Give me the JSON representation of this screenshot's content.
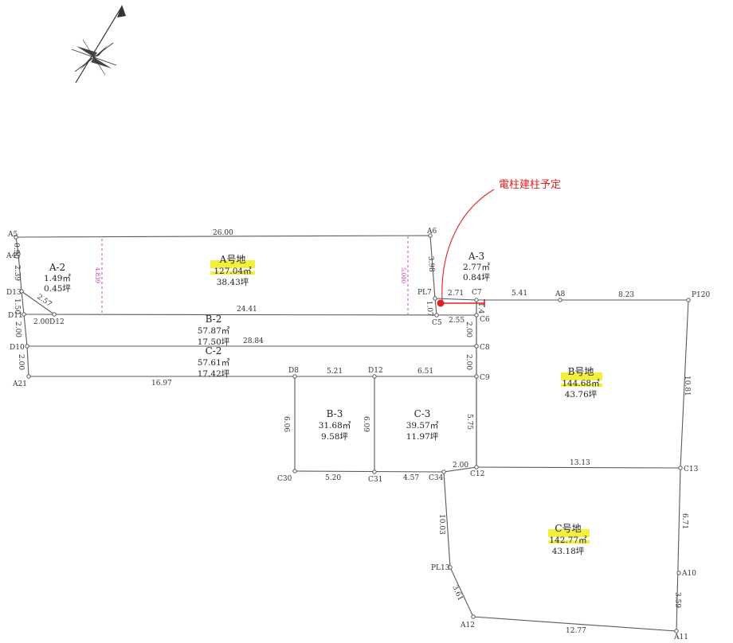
{
  "points": {
    "A5": "A5",
    "A4": "A4",
    "D13": "D13",
    "D11": "D11",
    "D12": "D12",
    "D10": "D10",
    "A21": "A21",
    "A6": "A6",
    "PL7": "PL7",
    "C5": "C5",
    "C7": "C7",
    "C6": "C6",
    "A8": "A8",
    "P120": "P120",
    "C8": "C8",
    "C9": "C9",
    "D8": "D8",
    "D12b": "D12",
    "C30": "C30",
    "C31": "C31",
    "C34": "C34",
    "C12": "C12",
    "C13": "C13",
    "PL13": "PL13",
    "A10": "A10",
    "A12": "A12",
    "A11": "A11"
  },
  "dims": {
    "top": "26.00",
    "a5a4": "0.90",
    "a4d13": "2.39",
    "d13d11": "1.50",
    "diag": "2.57",
    "d11d12": "2.00",
    "a6pl7": "3.98",
    "row1": "24.41",
    "pl7c5": "1.07",
    "pl7c7": "2.71",
    "c7c6": "1.4",
    "c5c6": "2.55",
    "c7a8": "5.41",
    "a8p120": "8.23",
    "d11d10": "2.00",
    "row2": "28.84",
    "c6c8": "2.00",
    "d10a21": "2.00",
    "c8c9": "2.00",
    "row3": "16.97",
    "d8d12": "5.21",
    "d12c9": "6.51",
    "p120c13": "10.81",
    "d8c30": "6.06",
    "d12c31": "6.09",
    "c9c12": "5.75",
    "c30c31": "5.20",
    "c31c34": "4.57",
    "c34c12": "2.00",
    "c12c13": "13.13",
    "c34pl13": "10.03",
    "c13a10": "6.71",
    "pl13a12": "3.61",
    "a10a11": "3.59",
    "a12a11": "12.77",
    "setback_left": "4.839",
    "setback_right": "5.000"
  },
  "lots": {
    "a2": {
      "name": "A-2",
      "area": "1.49㎡",
      "tsubo": "0.45坪"
    },
    "a": {
      "name": "A号地",
      "area": "127.04㎡",
      "tsubo": "38.43坪"
    },
    "a3": {
      "name": "A-3",
      "area": "2.77㎡",
      "tsubo": "0.84坪"
    },
    "b2": {
      "name": "B-2",
      "area": "57.87㎡",
      "tsubo": "17.50坪"
    },
    "c2": {
      "name": "C-2",
      "area": "57.61㎡",
      "tsubo": "17.42坪"
    },
    "b": {
      "name": "B号地",
      "area": "144.68㎡",
      "tsubo": "43.76坪"
    },
    "b3": {
      "name": "B-3",
      "area": "31.68㎡",
      "tsubo": "9.58坪"
    },
    "c3": {
      "name": "C-3",
      "area": "39.57㎡",
      "tsubo": "11.97坪"
    },
    "c": {
      "name": "C号地",
      "area": "142.77㎡",
      "tsubo": "43.18坪"
    }
  },
  "callout": {
    "text": "電柱建柱予定",
    "color": "#e02020"
  },
  "colors": {
    "highlight": "#f3ef3a",
    "line": "#5a5a5a",
    "setback": "#d23bd2"
  },
  "icons": {
    "north": "compass-rose-icon"
  }
}
